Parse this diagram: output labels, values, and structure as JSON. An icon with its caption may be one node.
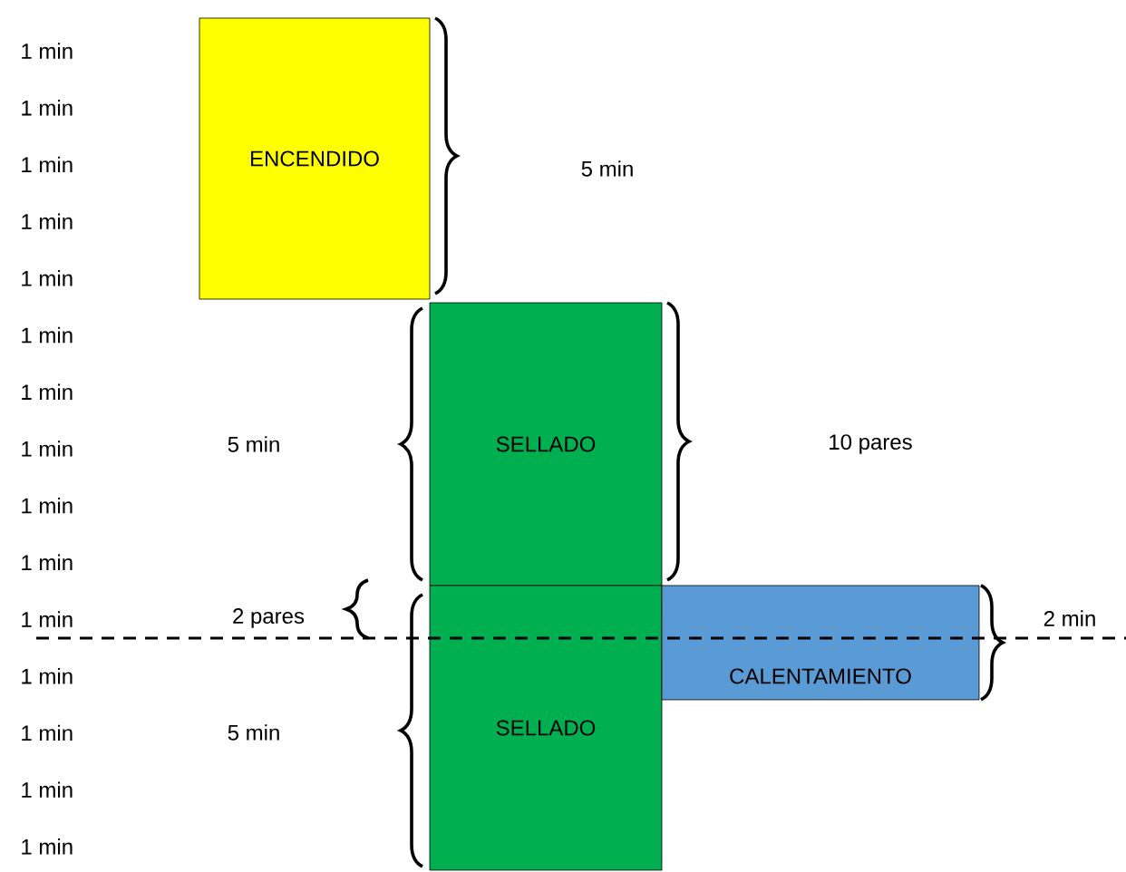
{
  "diagram": {
    "nodes": [
      {
        "text": [
          "ENCENDIDO"
        ]
      },
      {
        "text": [
          "SELLADO"
        ]
      },
      {
        "text": [
          "SELLADO"
        ]
      },
      {
        "text": [
          "CALENTAMIENTO"
        ]
      }
    ],
    "labels": [
      "1 min",
      "1 min",
      "1 min",
      "1 min",
      "1 min",
      "1 min",
      "1 min",
      "1 min",
      "1 min",
      "1 min",
      "1 min",
      "1 min",
      "1 min",
      "1 min",
      "1 min",
      "5 min",
      "10 pares",
      "5 min",
      "2 pares",
      "2 min",
      "5 min"
    ]
  }
}
